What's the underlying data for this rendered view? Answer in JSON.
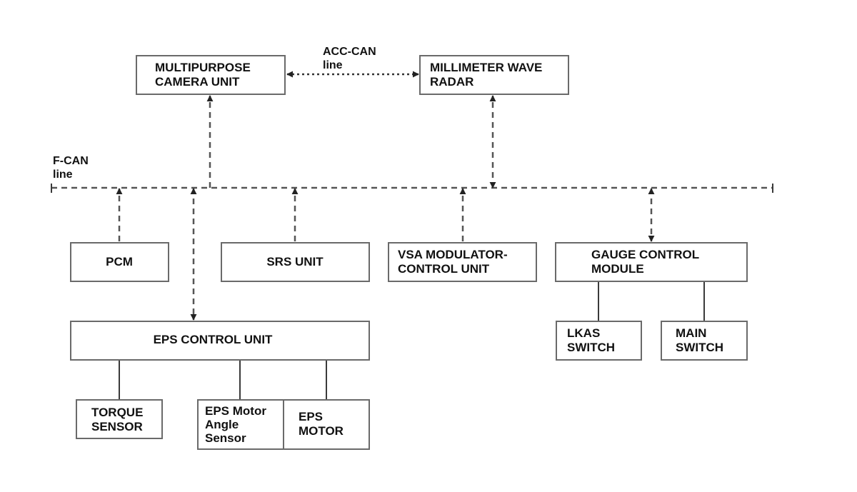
{
  "bus_labels": {
    "acc_can": [
      "ACC-CAN",
      "line"
    ],
    "f_can": [
      "F-CAN",
      "line"
    ]
  },
  "boxes": {
    "camera": [
      "MULTIPURPOSE",
      "CAMERA UNIT"
    ],
    "radar": [
      "MILLIMETER WAVE",
      "RADAR"
    ],
    "pcm": [
      "PCM"
    ],
    "srs": [
      "SRS UNIT"
    ],
    "vsa": [
      "VSA MODULATOR-",
      "CONTROL UNIT"
    ],
    "gauge": [
      "GAUGE CONTROL",
      "MODULE"
    ],
    "eps_control": [
      "EPS CONTROL UNIT"
    ],
    "lkas": [
      "LKAS",
      "SWITCH"
    ],
    "main_switch": [
      "MAIN",
      "SWITCH"
    ],
    "torque": [
      "TORQUE",
      "SENSOR"
    ],
    "eps_angle": [
      "EPS Motor",
      "Angle",
      "Sensor"
    ],
    "eps_motor": [
      "EPS",
      "MOTOR"
    ]
  }
}
